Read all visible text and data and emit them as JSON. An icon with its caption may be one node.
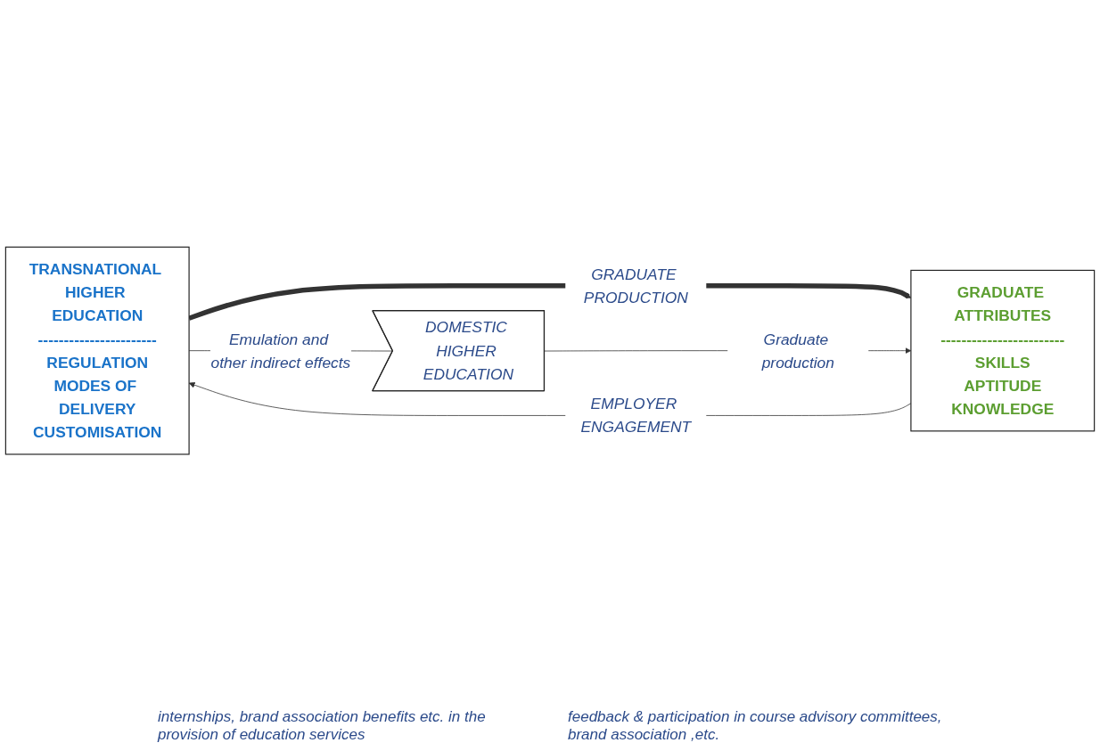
{
  "diagram": {
    "nodes": [
      {
        "text": [
          "TRANSNATIONAL HIGHER EDUCATION",
          "-----------------------",
          "REGULATION",
          "MODES OF DELIVERY",
          "CUSTOMISATION"
        ]
      },
      {
        "text": [
          "GRADUATE ATTRIBUTES",
          "------------------------",
          "SKILLS",
          "APTITUDE",
          "KNOWLEDGE"
        ]
      },
      {
        "text": [
          "DOMESTIC HIGHER EDUCATION"
        ]
      }
    ],
    "edges": [
      {
        "from": 0,
        "to": 1,
        "arrow": "to",
        "label": "GRADUATE PRODUCTION",
        "style": "thick"
      },
      {
        "from": 1,
        "to": 0,
        "arrow": "to",
        "label": "EMPLOYER ENGAGEMENT"
      },
      {
        "from": 0,
        "to": 2,
        "arrow": "none",
        "label": "Emulation and other indirect effects"
      },
      {
        "from": 2,
        "to": 1,
        "arrow": "to",
        "label": "Graduate production"
      }
    ],
    "labels": [
      "internships, brand association benefits etc. in the provision of education services",
      "feedback & participation in course advisory committees, brand association ,etc."
    ]
  }
}
